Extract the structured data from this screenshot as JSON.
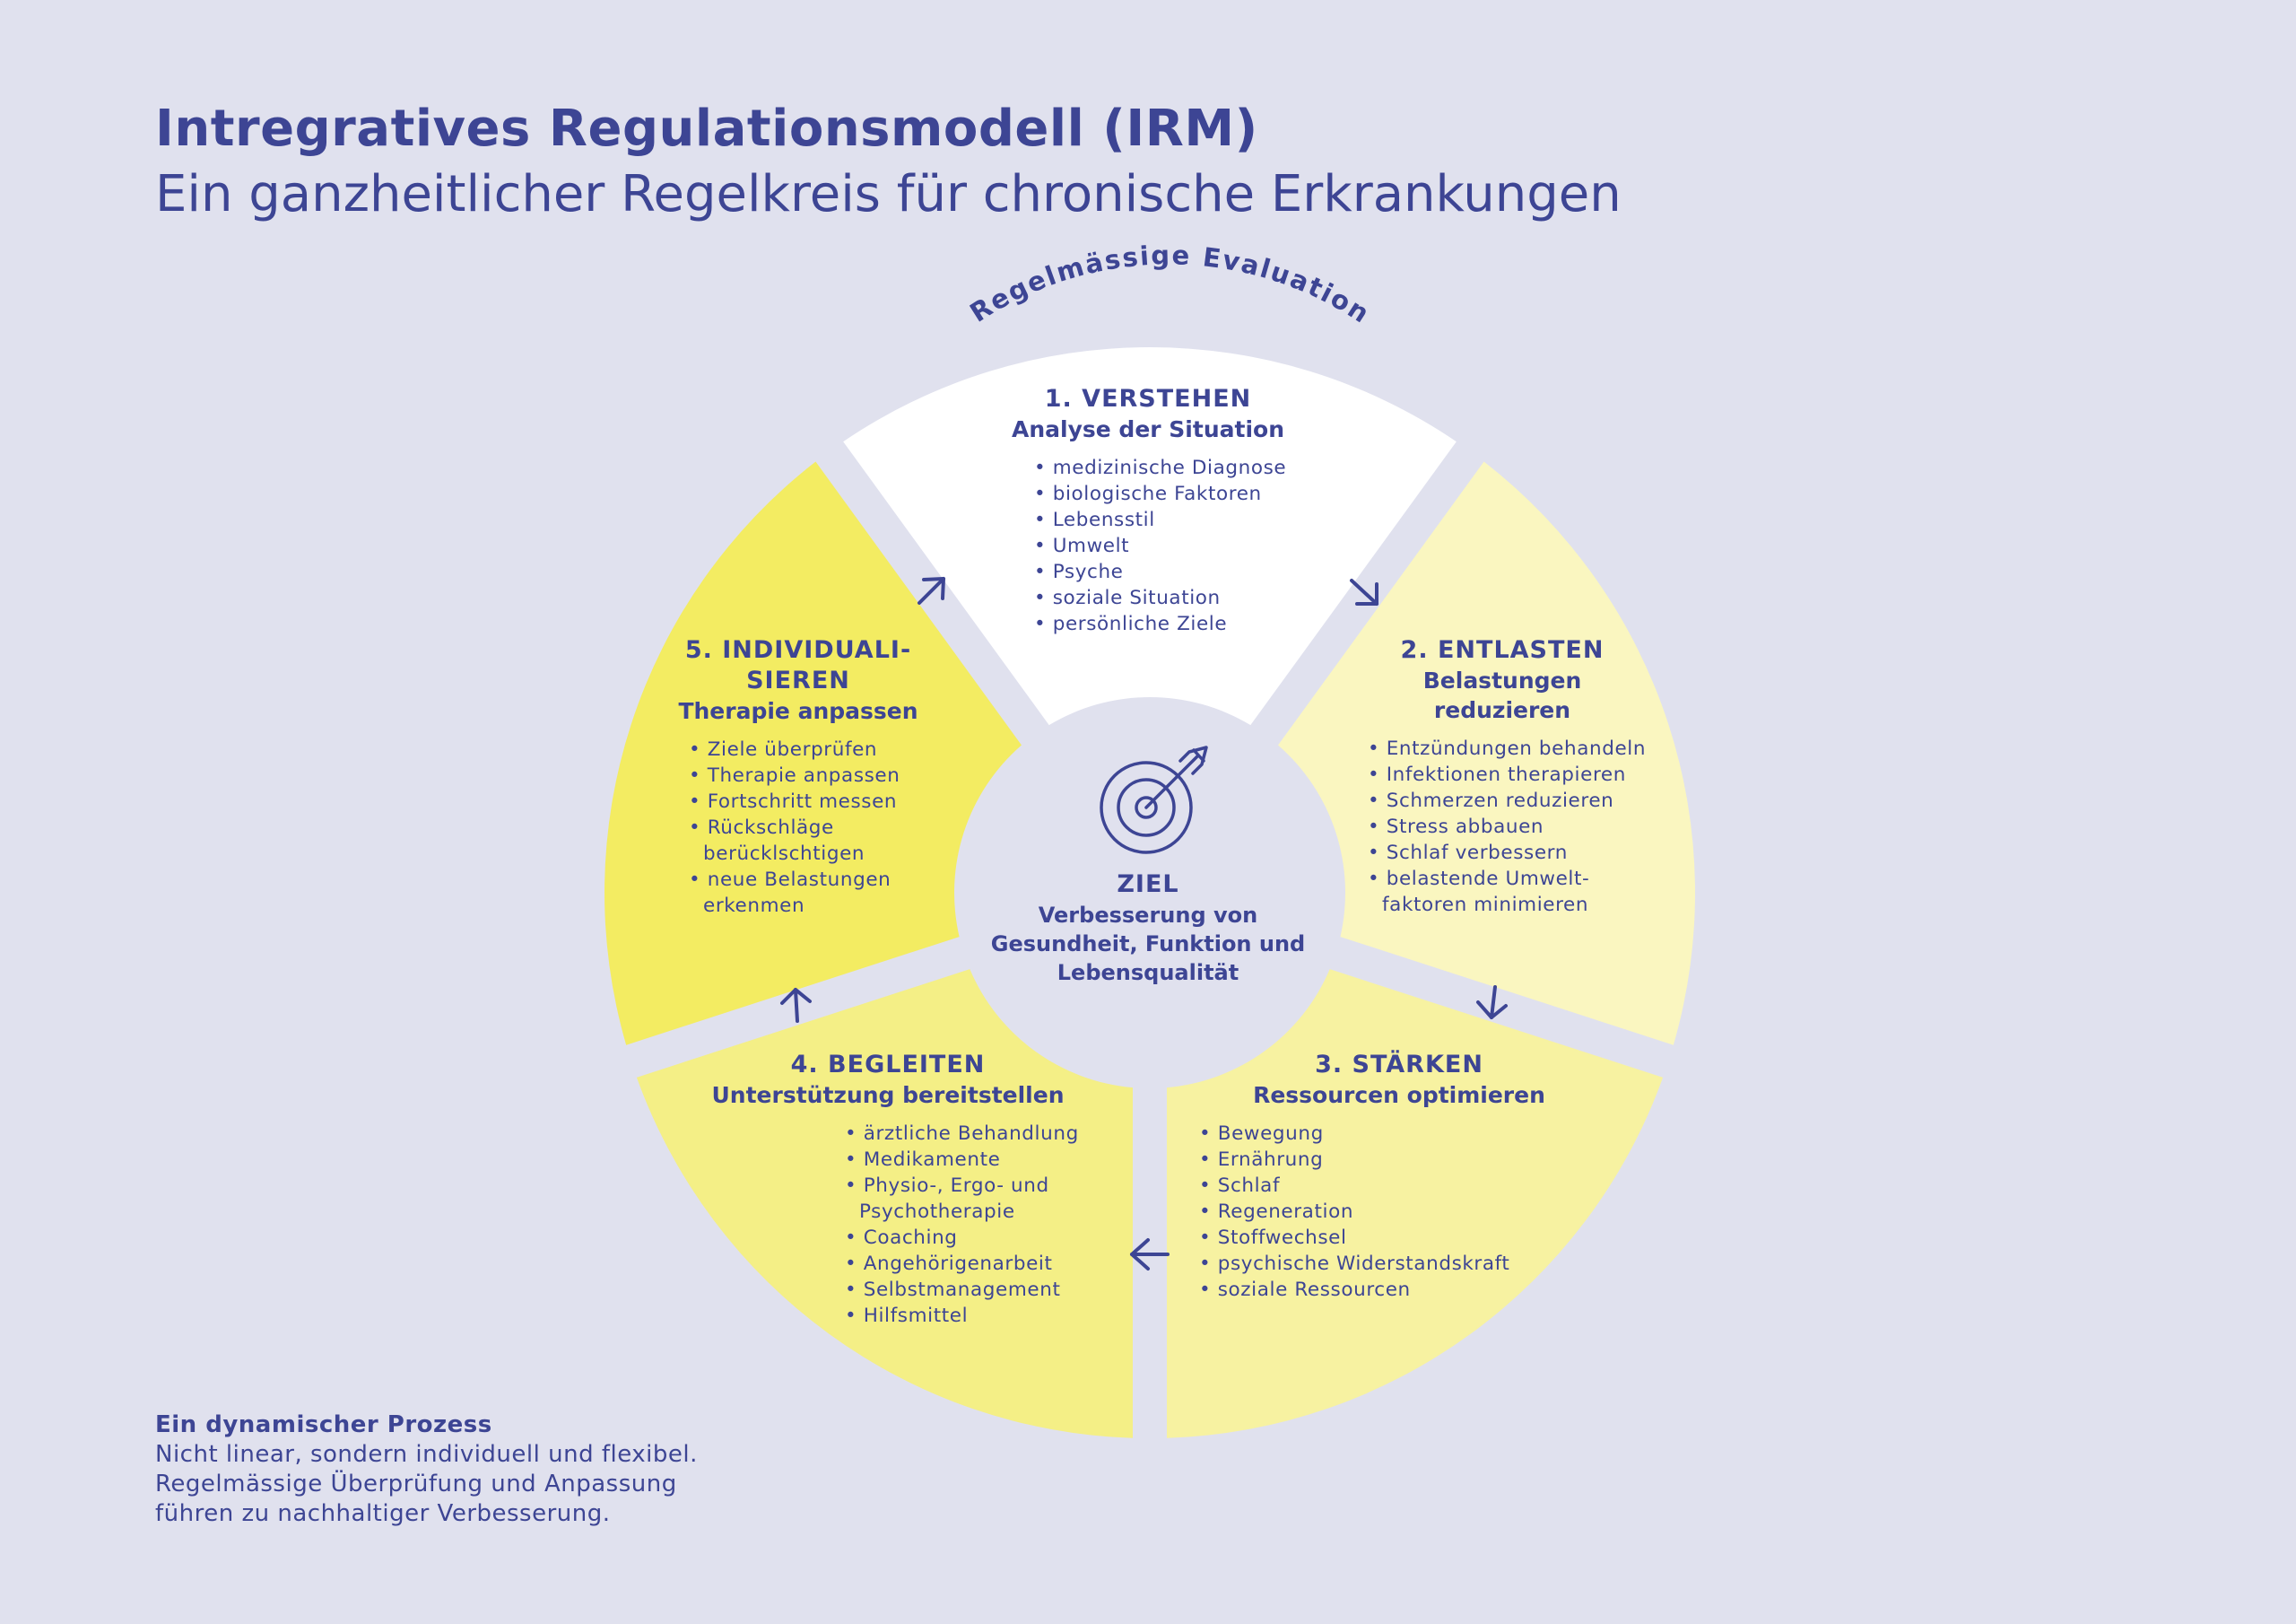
{
  "header": {
    "title": "Intregratives Regulationsmodell (IRM)",
    "subtitle": "Ein ganzheitlicher Regelkreis für chronische Erkrankungen"
  },
  "cycle_label": "Regelmässige Evaluation",
  "colors": {
    "background": "#e0e1ee",
    "text": "#3d4594",
    "seg1": "#ffffff",
    "seg2": "#faf6c0",
    "seg3": "#f7f2a1",
    "seg4": "#f4ef86",
    "seg5": "#f3ec62"
  },
  "segments": [
    {
      "heading": "1. VERSTEHEN",
      "subheading": "Analyse der Situation",
      "items": [
        "medizinische Diagnose",
        "biologische Faktoren",
        "Lebensstil",
        "Umwelt",
        "Psyche",
        "soziale Situation",
        "persönliche Ziele"
      ]
    },
    {
      "heading": "2. ENTLASTEN",
      "subheading": "Belastungen reduzieren",
      "items": [
        "Entzündungen behandeln",
        "Infektionen therapieren",
        "Schmerzen reduzieren",
        "Stress abbauen",
        "Schlaf verbessern",
        "belastende Umwelt-faktoren minimieren"
      ]
    },
    {
      "heading": "3. STÄRKEN",
      "subheading": "Ressourcen optimieren",
      "items": [
        "Bewegung",
        "Ernährung",
        "Schlaf",
        "Regeneration",
        "Stoffwechsel",
        "psychische Widerstandskraft",
        "soziale Ressourcen"
      ]
    },
    {
      "heading": "4. BEGLEITEN",
      "subheading": "Unterstützung bereitstellen",
      "items": [
        "ärztliche Behandlung",
        "Medikamente",
        "Physio-, Ergo- und Psychotherapie",
        "Coaching",
        "Angehörigenarbeit",
        "Selbstmanagement",
        "Hilfsmittel"
      ]
    },
    {
      "heading": "5. INDIVIDUALI-SIEREN",
      "subheading": "Therapie anpassen",
      "items": [
        "Ziele überprüfen",
        "Therapie anpassen",
        "Fortschritt messen",
        "Rückschläge berücklschtigen",
        "neue Belastungen erkenmen"
      ]
    }
  ],
  "center": {
    "icon": "target-icon",
    "heading": "ZIEL",
    "text": "Verbesserung von Gesundheit, Funktion und Lebensqualität"
  },
  "footer": {
    "heading": "Ein dynamischer Prozess",
    "text": "Nicht linear, sondern individuell und flexibel. Regelmässige Überprüfung und Anpassung führen zu nachhaltiger Verbesserung."
  }
}
